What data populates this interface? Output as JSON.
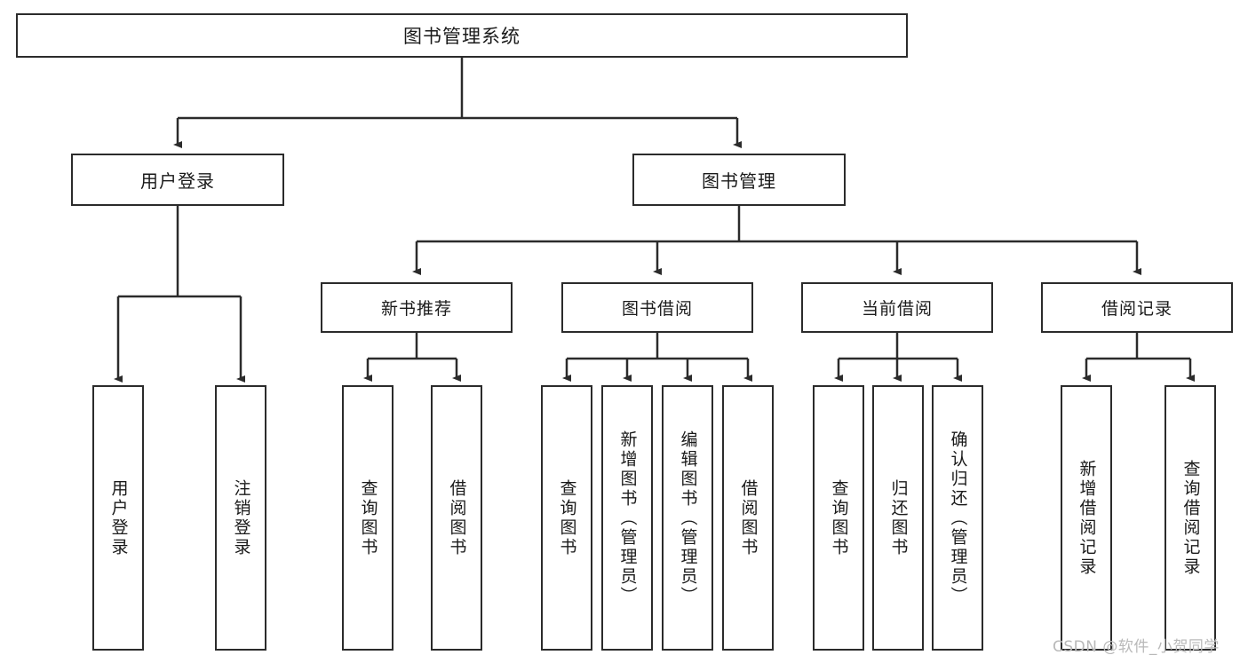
{
  "diagram": {
    "type": "tree-hierarchy",
    "title": "图书管理系统",
    "watermark": "CSDN @软件_小贺同学",
    "colors": {
      "stroke": "#2b2b2b",
      "fill": "#ffffff",
      "text": "#1a1a1a",
      "watermark": "#b9b9b9"
    },
    "nodes": {
      "root": {
        "label": "图书管理系统"
      },
      "level2": [
        {
          "id": "user-login",
          "label": "用户登录"
        },
        {
          "id": "book-manage",
          "label": "图书管理"
        }
      ],
      "level3": [
        {
          "id": "new-book-recommend",
          "label": "新书推荐"
        },
        {
          "id": "book-borrow",
          "label": "图书借阅"
        },
        {
          "id": "current-borrow",
          "label": "当前借阅"
        },
        {
          "id": "borrow-record",
          "label": "借阅记录"
        }
      ],
      "leaves": {
        "user_login": [
          {
            "id": "leaf-user-login",
            "label": "用户登录"
          },
          {
            "id": "leaf-logout-login",
            "label": "注销登录"
          }
        ],
        "new_book_recommend": [
          {
            "id": "leaf-query-book-1",
            "label": "查询图书"
          },
          {
            "id": "leaf-borrow-book-1",
            "label": "借阅图书"
          }
        ],
        "book_borrow": [
          {
            "id": "leaf-query-book-2",
            "label": "查询图书"
          },
          {
            "id": "leaf-add-book",
            "label": "新增图书（管理员）"
          },
          {
            "id": "leaf-edit-book",
            "label": "编辑图书（管理员）"
          },
          {
            "id": "leaf-borrow-book-2",
            "label": "借阅图书"
          }
        ],
        "current_borrow": [
          {
            "id": "leaf-query-book-3",
            "label": "查询图书"
          },
          {
            "id": "leaf-return-book",
            "label": "归还图书"
          },
          {
            "id": "leaf-confirm-return",
            "label": "确认归还（管理员）"
          }
        ],
        "borrow_record": [
          {
            "id": "leaf-add-record",
            "label": "新增借阅记录"
          },
          {
            "id": "leaf-query-record",
            "label": "查询借阅记录"
          }
        ]
      }
    }
  }
}
